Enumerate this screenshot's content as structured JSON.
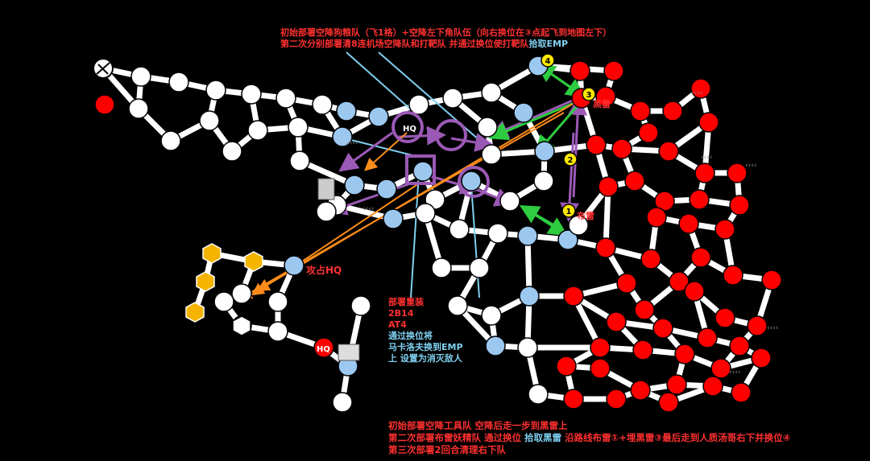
{
  "colors": {
    "background": "#000000",
    "edge": "#ffffff",
    "neutral_node": "#ffffff",
    "ally_node": "#9cc8f0",
    "enemy_node": "#ff0000",
    "heliport": "#f5b400",
    "plan_purple": "#9b59b6",
    "plan_green": "#2ecc40",
    "plan_orange": "#ff8c1a",
    "callout_line": "#7fd0f0",
    "text_red": "#ff3030",
    "text_cyan": "#7fd0f0"
  },
  "map_labels": {
    "ally_hq": "HQ",
    "enemy_hq": "HQ",
    "capture_hq": "攻占HQ",
    "landmine": "黑雷",
    "mine": "布雷",
    "step_1": "①",
    "step_2": "②",
    "step_3": "③",
    "step_4": "④"
  },
  "annotations": {
    "top": {
      "line1": "初始部署空降狗粮队（飞1格）+空降左下角队伍（向右换位在③点起飞到地图左下）",
      "line2_a": "第二次分别部署清8连机场空降队和打靶队 并通过换位使打靶队",
      "line2_b": "拾取EMP"
    },
    "middle": {
      "line1": "部署重装",
      "line2": "2B14",
      "line3": "AT4",
      "line4": "通过换位将",
      "line5": "马卡洛夫换到EMP",
      "line6": "上 设置为消灭敌人"
    },
    "bottom": {
      "line1": "初始部署空降工具队 空降后走一步到黑雷上",
      "line2_a": "第二次部署布雷妖精队 通过换位",
      "line2_b": "拾取黑雷",
      "line2_c": "沿路线布雷①+埋黑雷③最后走到人质汤哥右下并换位④",
      "line3": "第三次部署2回合清理右下队"
    }
  }
}
